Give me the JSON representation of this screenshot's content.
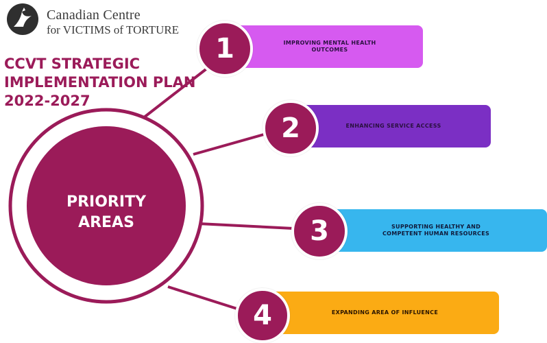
{
  "logo": {
    "line1": "Canadian Centre",
    "line2": "for VICTIMS of TORTURE",
    "icon": "bird-in-circle-logo-icon"
  },
  "plan_title": {
    "line1": "CCVT STRATEGIC",
    "line2": "IMPLEMENTATION PLAN",
    "line3": "2022-2027"
  },
  "hub": {
    "line1": "PRIORITY",
    "line2": "AREAS",
    "color": "#9b1b59"
  },
  "priorities": [
    {
      "number": "1",
      "line1": "IMPROVING MENTAL HEALTH",
      "line2": "OUTCOMES",
      "color": "#d65af0"
    },
    {
      "number": "2",
      "line1": "ENHANCING SERVICE ACCESS",
      "line2": "",
      "color": "#7b2fc4"
    },
    {
      "number": "3",
      "line1": "SUPPORTING HEALTHY AND",
      "line2": "COMPETENT HUMAN RESOURCES",
      "color": "#37b6ee"
    },
    {
      "number": "4",
      "line1": "EXPANDING AREA OF INFLUENCE",
      "line2": "",
      "color": "#fbab14"
    }
  ]
}
